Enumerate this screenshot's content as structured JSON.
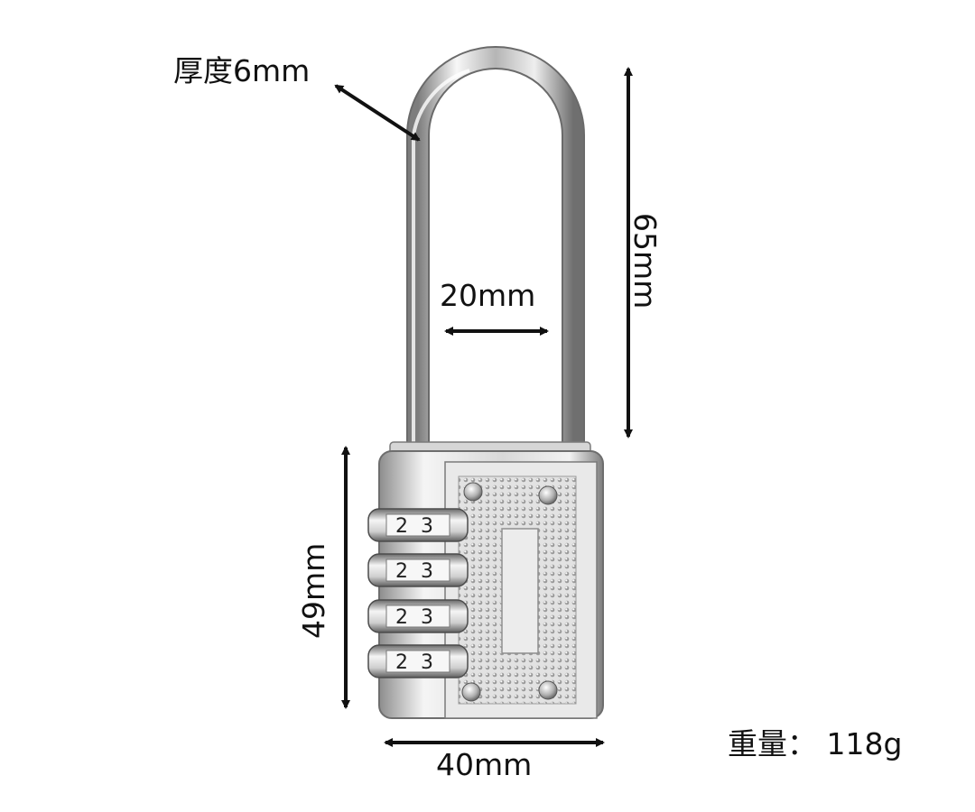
{
  "labels": {
    "thickness": "厚度6mm",
    "shackle_gap": "20mm",
    "shackle_height": "65mm",
    "body_height": "49mm",
    "body_width": "40mm",
    "weight": "重量：  118g"
  },
  "dial_digits": [
    "2",
    "3"
  ],
  "colors": {
    "text": "#111111",
    "metal_light": "#f4f4f4",
    "metal_dark": "#8a8a8a",
    "background": "#ffffff"
  }
}
